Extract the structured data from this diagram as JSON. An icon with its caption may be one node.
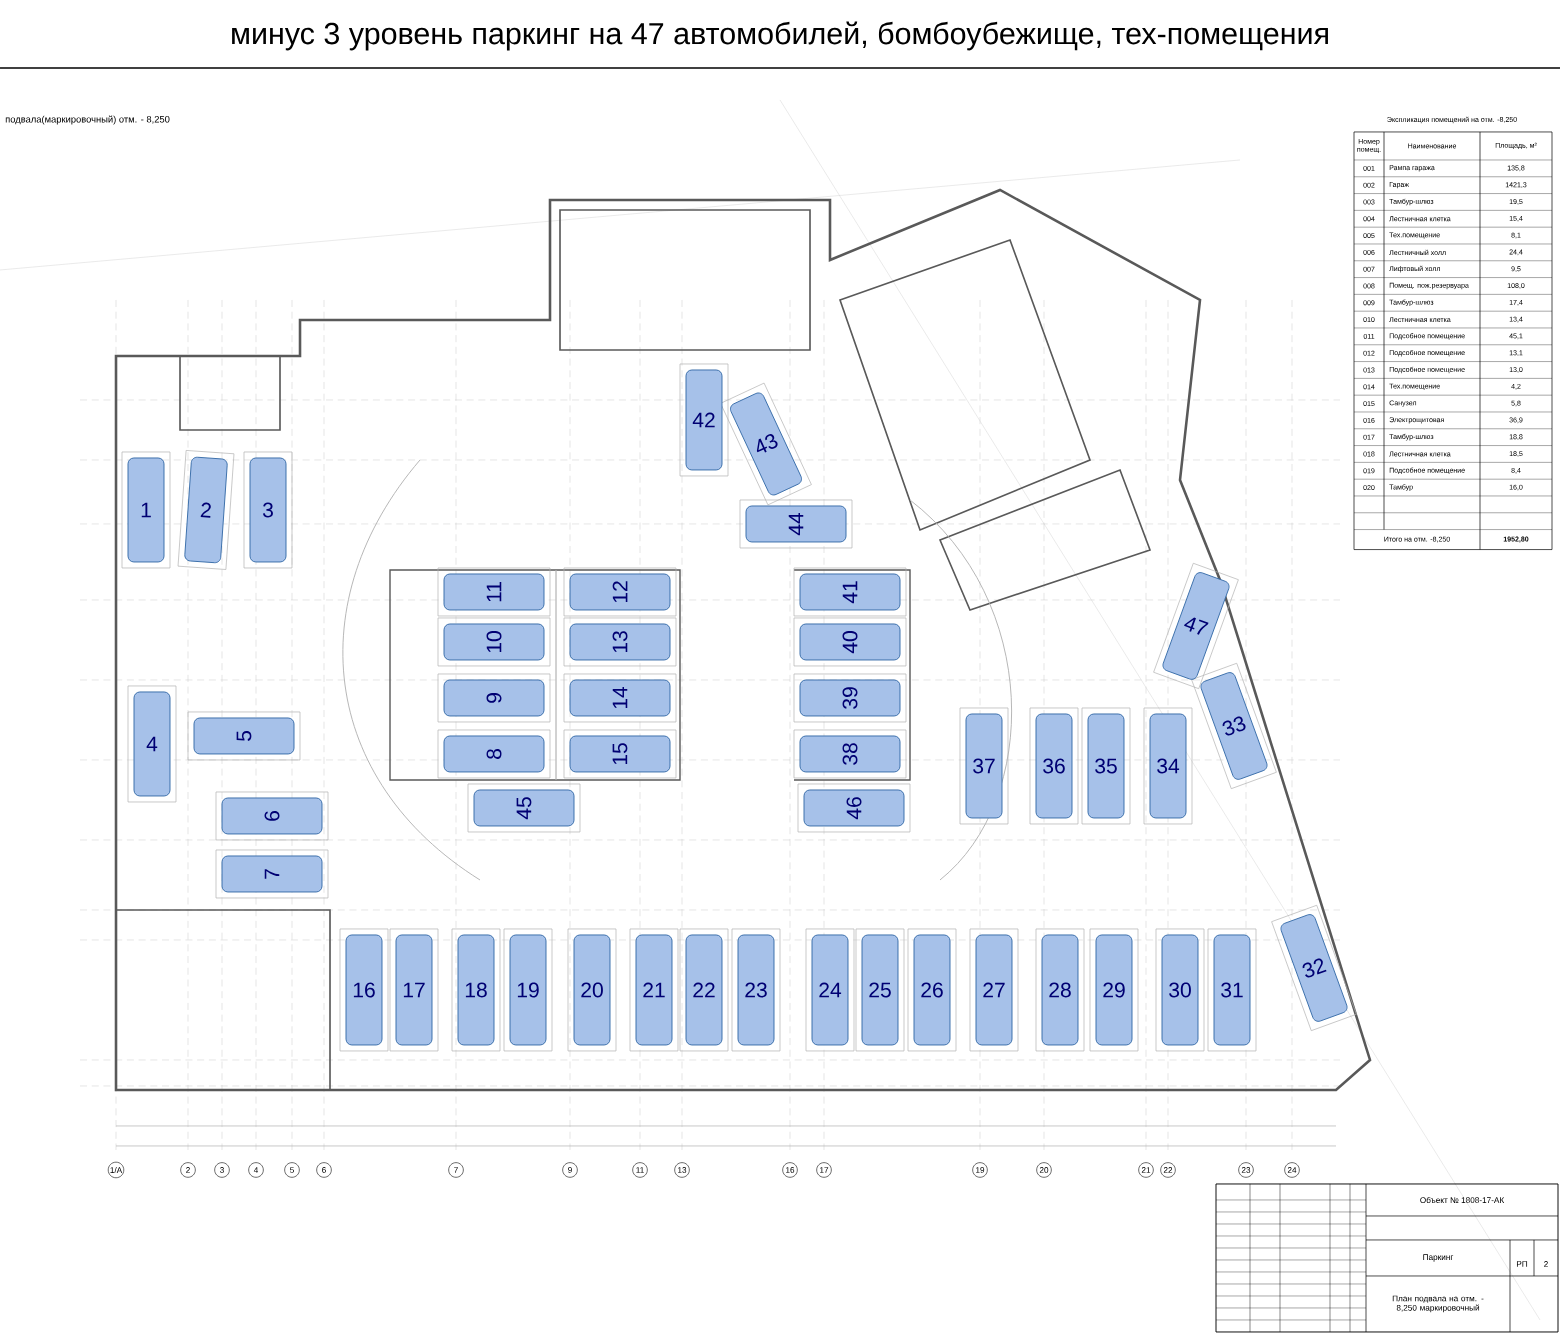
{
  "diagram": {
    "title": "минус 3 уровень паркинг на 47 автомобилей, бомбоубежище, тех-помещения",
    "nodes": [
      {
        "text": [
          "1"
        ]
      },
      {
        "text": [
          "2"
        ]
      },
      {
        "text": [
          "3"
        ]
      },
      {
        "text": [
          "4"
        ]
      },
      {
        "text": [
          "5"
        ]
      },
      {
        "text": [
          "6"
        ]
      },
      {
        "text": [
          "7"
        ]
      },
      {
        "text": [
          "8"
        ]
      },
      {
        "text": [
          "9"
        ]
      },
      {
        "text": [
          "10"
        ]
      },
      {
        "text": [
          "11"
        ]
      },
      {
        "text": [
          "12"
        ]
      },
      {
        "text": [
          "13"
        ]
      },
      {
        "text": [
          "14"
        ]
      },
      {
        "text": [
          "15"
        ]
      },
      {
        "text": [
          "16"
        ]
      },
      {
        "text": [
          "17"
        ]
      },
      {
        "text": [
          "18"
        ]
      },
      {
        "text": [
          "19"
        ]
      },
      {
        "text": [
          "20"
        ]
      },
      {
        "text": [
          "21"
        ]
      },
      {
        "text": [
          "22"
        ]
      },
      {
        "text": [
          "23"
        ]
      },
      {
        "text": [
          "24"
        ]
      },
      {
        "text": [
          "25"
        ]
      },
      {
        "text": [
          "26"
        ]
      },
      {
        "text": [
          "27"
        ]
      },
      {
        "text": [
          "28"
        ]
      },
      {
        "text": [
          "29"
        ]
      },
      {
        "text": [
          "30"
        ]
      },
      {
        "text": [
          "31"
        ]
      },
      {
        "text": [
          "32"
        ]
      },
      {
        "text": [
          "33"
        ]
      },
      {
        "text": [
          "34"
        ]
      },
      {
        "text": [
          "35"
        ]
      },
      {
        "text": [
          "36"
        ]
      },
      {
        "text": [
          "37"
        ]
      },
      {
        "text": [
          "38"
        ]
      },
      {
        "text": [
          "39"
        ]
      },
      {
        "text": [
          "40"
        ]
      },
      {
        "text": [
          "41"
        ]
      },
      {
        "text": [
          "42"
        ]
      },
      {
        "text": [
          "43"
        ]
      },
      {
        "text": [
          "44"
        ]
      },
      {
        "text": [
          "45"
        ]
      },
      {
        "text": [
          "46"
        ]
      },
      {
        "text": [
          "47"
        ]
      }
    ],
    "edges": [],
    "labels": [
      "подвала(маркировочный) отм. - 8,250",
      "Экспликация помещений на отм. -8,250",
      "Номер помещ.",
      "Наименование",
      "Площадь, м²",
      "001",
      "Рампа гаража",
      "135,8",
      "002",
      "Гараж",
      "1421,3",
      "003",
      "Тамбур-шлюз",
      "19,5",
      "004",
      "Лестничная клетка",
      "15,4",
      "005",
      "Тех.помещение",
      "8,1",
      "006",
      "Лестничный холл",
      "24,4",
      "007",
      "Лифтовый холл",
      "9,5",
      "008",
      "Помещ. пож.резервуара",
      "108,0",
      "009",
      "Тамбур-шлюз",
      "17,4",
      "010",
      "Лестничная клетка",
      "13,4",
      "011",
      "Подсобное помещение",
      "45,1",
      "012",
      "Подсобное помещение",
      "13,1",
      "013",
      "Подсобное помещение",
      "13,0",
      "014",
      "Тех.помещение",
      "4,2",
      "015",
      "Санузел",
      "5,8",
      "016",
      "Электрощитовая",
      "36,9",
      "017",
      "Тамбур-шлюз",
      "18,8",
      "018",
      "Лестничная клетка",
      "18,5",
      "019",
      "Подсобное помещение",
      "8,4",
      "020",
      "Тамбур",
      "16,0",
      "Итого на отм. -8,250",
      "1952,80",
      "Объект № 1808-17-АК",
      "Паркинг",
      "РП",
      "2",
      "План подвала на отм. -8,250 маркировочный",
      "1/А",
      "2",
      "3",
      "4",
      "5",
      "6",
      "7",
      "9",
      "11",
      "13",
      "16",
      "17",
      "19",
      "20",
      "21",
      "22",
      "23",
      "24"
    ]
  }
}
